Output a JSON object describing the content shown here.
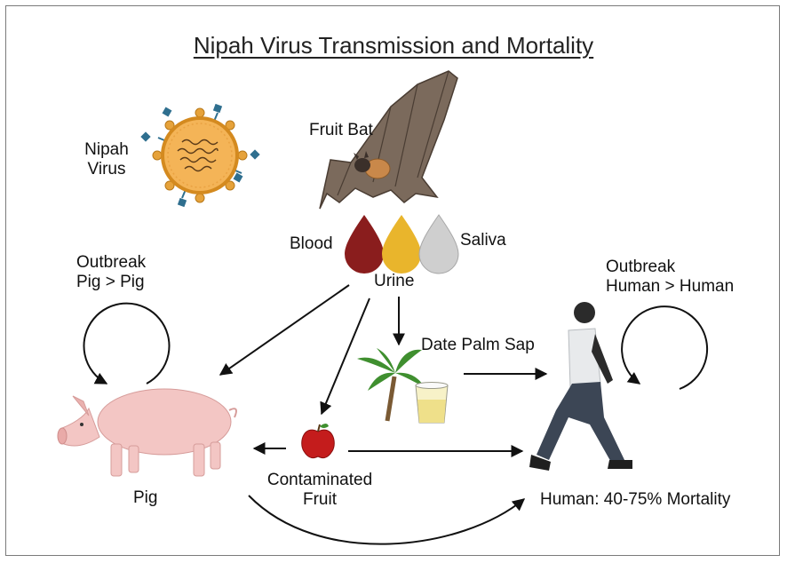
{
  "title": "Nipah Virus Transmission and Mortality",
  "labels": {
    "virus": [
      "Nipah",
      "Virus"
    ],
    "bat": "Fruit Bat",
    "blood": "Blood",
    "saliva": "Saliva",
    "urine": "Urine",
    "pig_outbreak": [
      "Outbreak",
      "Pig > Pig"
    ],
    "human_outbreak": [
      "Outbreak",
      "Human > Human"
    ],
    "date_palm_sap": "Date Palm Sap",
    "fruit": [
      "Contaminated",
      "Fruit"
    ],
    "pig": "Pig",
    "human": "Human: 40-75% Mortality"
  },
  "colors": {
    "blood": "#8a1d1d",
    "urine": "#e9b52c",
    "saliva": "#cfcfcf",
    "virus_body": "#f2b24a",
    "virus_rim": "#d48a1f",
    "pig": "#f3c6c4",
    "arrow": "#111111"
  }
}
